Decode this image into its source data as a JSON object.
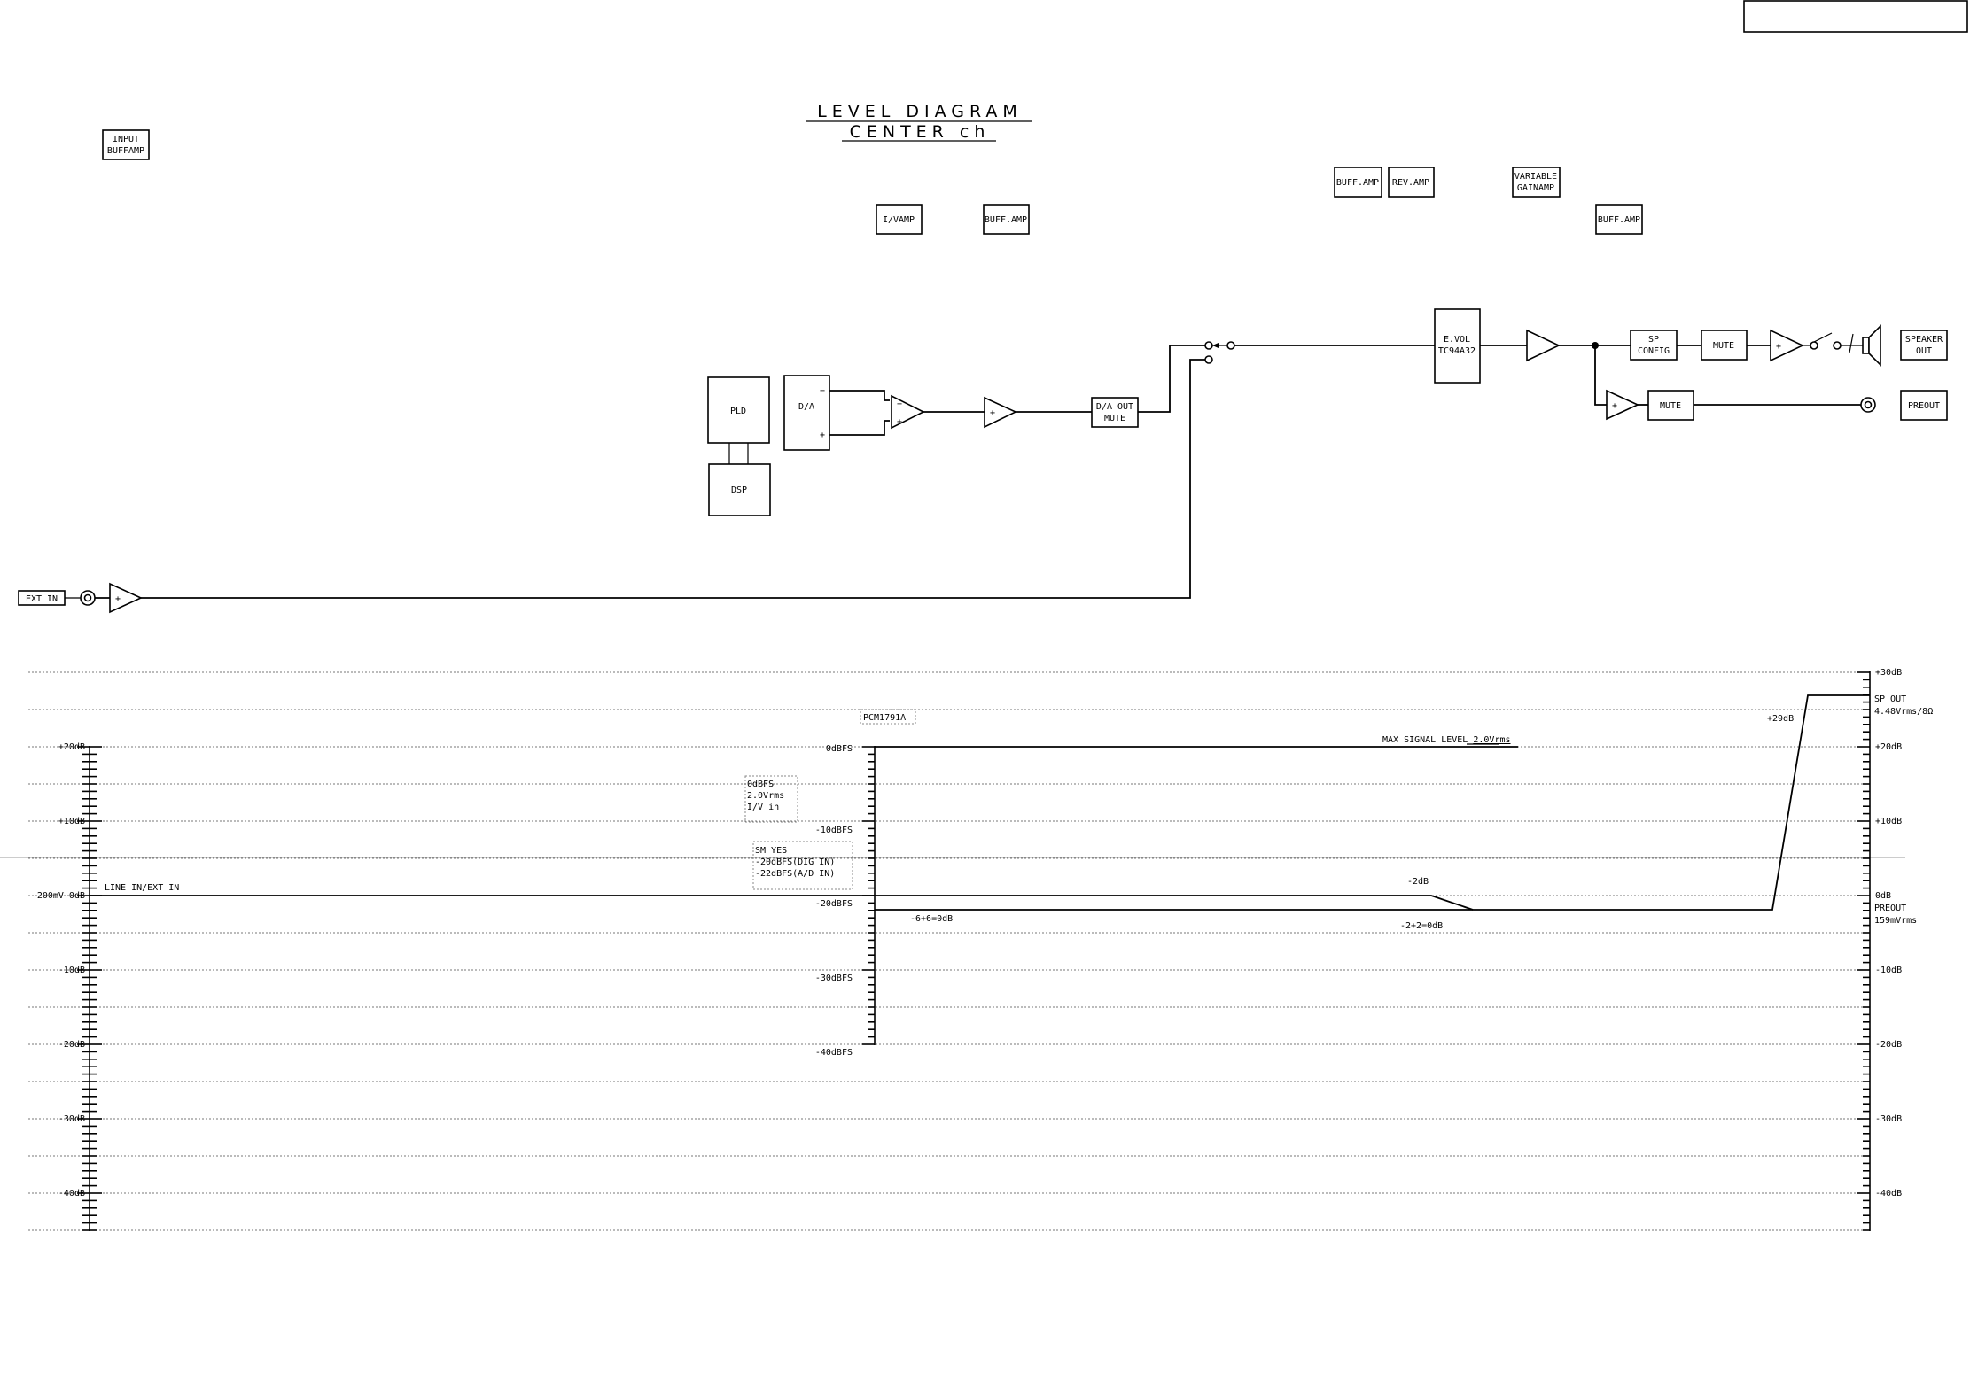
{
  "title": {
    "line1": "LEVEL DIAGRAM",
    "line2": "CENTER ch"
  },
  "stage_labels": {
    "input_buffamp": [
      "INPUT",
      "BUFFAMP"
    ],
    "iv_amp": "I/VAMP",
    "buff_amp_1": "BUFF.AMP",
    "buff_amp_2": "BUFF.AMP",
    "rev_amp": "REV.AMP",
    "variable_gainamp": [
      "VARIABLE",
      "GAINAMP"
    ],
    "buff_amp_3": "BUFF.AMP"
  },
  "blocks": {
    "pld": "PLD",
    "dsp": "DSP",
    "da": "D/A",
    "da_minus": "−",
    "da_plus": "+",
    "da_out_mute": [
      "D/A OUT",
      "MUTE"
    ],
    "evol": [
      "E.VOL",
      "TC94A32"
    ],
    "sp_config": [
      "SP",
      "CONFIG"
    ],
    "mute_sp": "MUTE",
    "mute_pre": "MUTE",
    "speaker_out": [
      "SPEAKER",
      "OUT"
    ],
    "preout": "PREOUT",
    "ext_in": "EXT IN",
    "amp_plus": "+"
  },
  "level_scale": {
    "left": [
      {
        "db": 20,
        "label": "+20dB"
      },
      {
        "db": 10,
        "label": "+10dB"
      },
      {
        "db": 0,
        "label": "200mV  0dB"
      },
      {
        "db": -10,
        "label": "-10dB"
      },
      {
        "db": -20,
        "label": "-20dB"
      },
      {
        "db": -30,
        "label": "-30dB"
      },
      {
        "db": -40,
        "label": "-40dB"
      }
    ],
    "middle": [
      {
        "db": 20,
        "label": "0dBFS"
      },
      {
        "db": 10,
        "label": "-10dBFS"
      },
      {
        "db": 0,
        "label": "-20dBFS"
      },
      {
        "db": -10,
        "label": "-30dBFS"
      },
      {
        "db": -20,
        "label": "-40dBFS"
      }
    ],
    "right": [
      {
        "db": 30,
        "label": "+30dB"
      },
      {
        "db": 20,
        "label": "+20dB"
      },
      {
        "db": 10,
        "label": "+10dB"
      },
      {
        "db": 1.8,
        "label": "0dB"
      },
      {
        "db": -10,
        "label": "-10dB"
      },
      {
        "db": -20,
        "label": "-20dB"
      },
      {
        "db": -30,
        "label": "-30dB"
      },
      {
        "db": -40,
        "label": "-40dB"
      }
    ]
  },
  "annotations": {
    "line_in": "LINE IN/EXT IN",
    "pcm": "PCM1791A",
    "odbfs_box": [
      "0dBFS",
      "2.0Vrms",
      "I/V in"
    ],
    "sm_box": [
      "SM YES",
      "-20dBFS(DIG IN)",
      "-22dBFS(A/D IN)"
    ],
    "gain_note": "-6+6=0dB",
    "max_signal_prefix": "MAX SIGNAL LEVEL ",
    "max_signal_value": "2.0Vrms",
    "minus2db": "-2dB",
    "minus2plus2": "-2+2=0dB",
    "plus29": "+29dB",
    "sp_out": [
      "SP OUT",
      "4.48Vrms/8Ω"
    ],
    "preout_level": [
      "PREOUT",
      "159mVrms"
    ]
  }
}
